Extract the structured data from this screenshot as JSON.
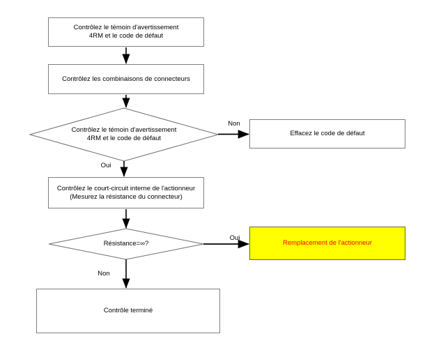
{
  "flowchart": {
    "nodes": {
      "check_warning_top": {
        "line1": "Contrôlez le témoin d'avertissement",
        "line2": "4RM et le code de défaut"
      },
      "check_connectors": {
        "line1": "Contrôlez les combinaisons de connecteurs"
      },
      "decision_warning": {
        "line1": "Contrôlez le témoin d'avertissement",
        "line2": "4RM et le code de défaut"
      },
      "erase_fault_code": {
        "line1": "Effacez le code de défaut"
      },
      "check_short_circuit": {
        "line1": "Contrôlez le court-circuit interne de l'actionneur",
        "line2": "(Mesurez la résistance du connecteur)"
      },
      "decision_resistance": {
        "line1": "Résistance=∞?"
      },
      "replace_actuator": {
        "line1": "Remplacement de l'actionneur"
      },
      "control_done": {
        "line1": "Contrôle terminé"
      }
    },
    "edge_labels": {
      "non_decision1": "Non",
      "oui_decision1": "Oui",
      "oui_decision2": "Oui",
      "non_decision2": "Non"
    },
    "colors": {
      "background": "#ffffff",
      "box_border": "#7f7f7f",
      "diamond_border": "#6e6e6e",
      "arrow": "#000000",
      "text": "#000000",
      "highlight_fill": "#ffff00",
      "highlight_text": "#ff0000"
    }
  }
}
